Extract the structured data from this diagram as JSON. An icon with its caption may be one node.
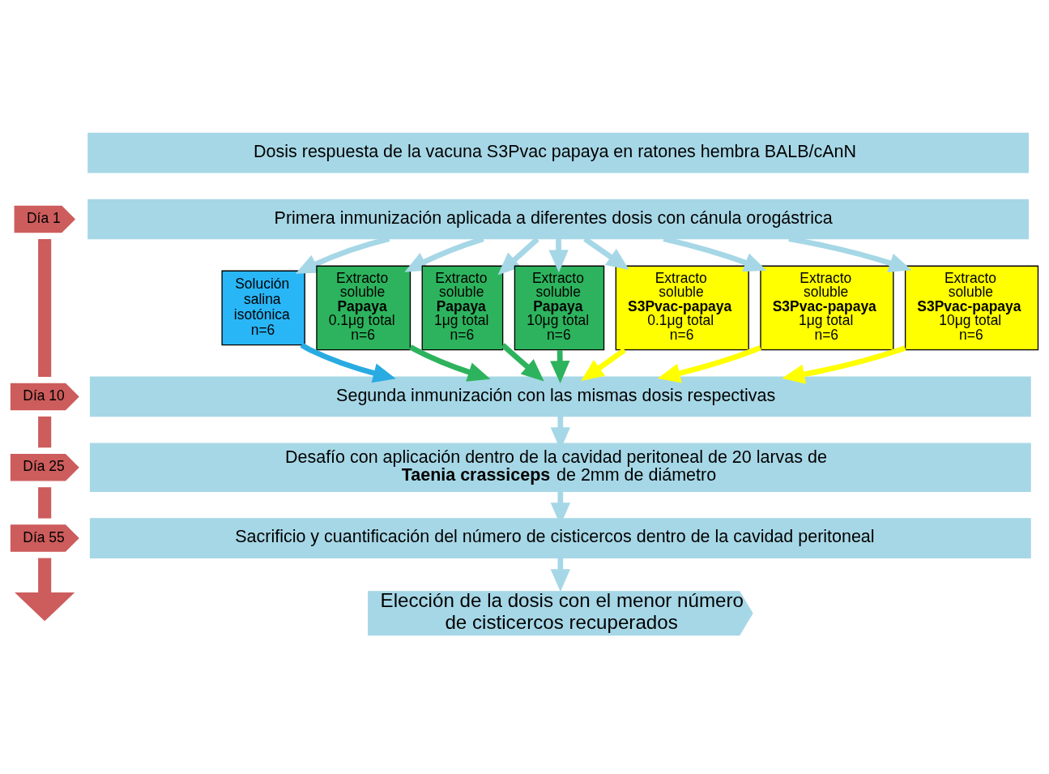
{
  "diagram": {
    "nodes": [
      {
        "text": [
          "Dosis respuesta de la vacuna S3Pvac papaya en ratones hembra BALB/cAnN"
        ]
      },
      {
        "text": [
          "Día 1"
        ]
      },
      {
        "text": [
          "Primera inmunización aplicada a diferentes dosis con cánula orogástrica"
        ]
      },
      {
        "text": [
          "Solución salina isotónica",
          "n=6"
        ]
      },
      {
        "text": [
          "Extracto soluble",
          "**Papaya**",
          "0.1μg total",
          "n=6"
        ]
      },
      {
        "text": [
          "Extracto soluble",
          "**Papaya**",
          "1μg total",
          "n=6"
        ]
      },
      {
        "text": [
          "Extracto soluble",
          "**Papaya**",
          "10μg total",
          "n=6"
        ]
      },
      {
        "text": [
          "Extracto soluble",
          "**S3Pvac-papaya**",
          "0.1μg total",
          "n=6"
        ]
      },
      {
        "text": [
          "Extracto soluble",
          "**S3Pvac-papaya**",
          "1μg total",
          "n=6"
        ]
      },
      {
        "text": [
          "Extracto soluble",
          "**S3Pvac-papaya**",
          "10μg total",
          "n=6"
        ]
      },
      {
        "text": [
          "Día 10"
        ]
      },
      {
        "text": [
          "Segunda inmunización con las mismas dosis respectivas"
        ]
      },
      {
        "text": [
          "Día 25"
        ]
      },
      {
        "text": [
          "Desafío con aplicación dentro de la cavidad peritoneal de 20 larvas de **Taenia crassiceps** de 2mm de diámetro"
        ]
      },
      {
        "text": [
          "Día 55"
        ]
      },
      {
        "text": [
          "Sacrificio y cuantificación del número de cisticercos dentro de la cavidad peritoneal"
        ]
      },
      {
        "text": [
          "Elección de la dosis con el menor número de cisticercos recuperados"
        ]
      }
    ],
    "edges": [
      {
        "from": 2,
        "to": 3,
        "arrow": "to"
      },
      {
        "from": 2,
        "to": 4,
        "arrow": "to"
      },
      {
        "from": 2,
        "to": 5,
        "arrow": "to"
      },
      {
        "from": 2,
        "to": 6,
        "arrow": "to"
      },
      {
        "from": 2,
        "to": 7,
        "arrow": "to"
      },
      {
        "from": 2,
        "to": 8,
        "arrow": "to"
      },
      {
        "from": 2,
        "to": 9,
        "arrow": "to"
      },
      {
        "from": 3,
        "to": 11,
        "arrow": "to",
        "color": "#29abe2"
      },
      {
        "from": 4,
        "to": 11,
        "arrow": "to",
        "color": "#2db35d"
      },
      {
        "from": 5,
        "to": 11,
        "arrow": "to",
        "color": "#2db35d"
      },
      {
        "from": 6,
        "to": 11,
        "arrow": "to",
        "color": "#2db35d"
      },
      {
        "from": 7,
        "to": 11,
        "arrow": "to",
        "color": "#ffff00"
      },
      {
        "from": 8,
        "to": 11,
        "arrow": "to",
        "color": "#ffff00"
      },
      {
        "from": 9,
        "to": 11,
        "arrow": "to",
        "color": "#ffff00"
      },
      {
        "from": 11,
        "to": 13,
        "arrow": "to"
      },
      {
        "from": 13,
        "to": 15,
        "arrow": "to"
      },
      {
        "from": 15,
        "to": 16,
        "arrow": "to"
      },
      {
        "from": 1,
        "to": 10,
        "arrow": "none",
        "style": "thick",
        "color": "#cd5c5c"
      },
      {
        "from": 10,
        "to": 12,
        "arrow": "none",
        "style": "thick",
        "color": "#cd5c5c"
      },
      {
        "from": 12,
        "to": 14,
        "arrow": "none",
        "style": "thick",
        "color": "#cd5c5c"
      },
      {
        "from": 14,
        "to": null,
        "arrow": "to",
        "style": "thick",
        "color": "#cd5c5c"
      }
    ]
  }
}
